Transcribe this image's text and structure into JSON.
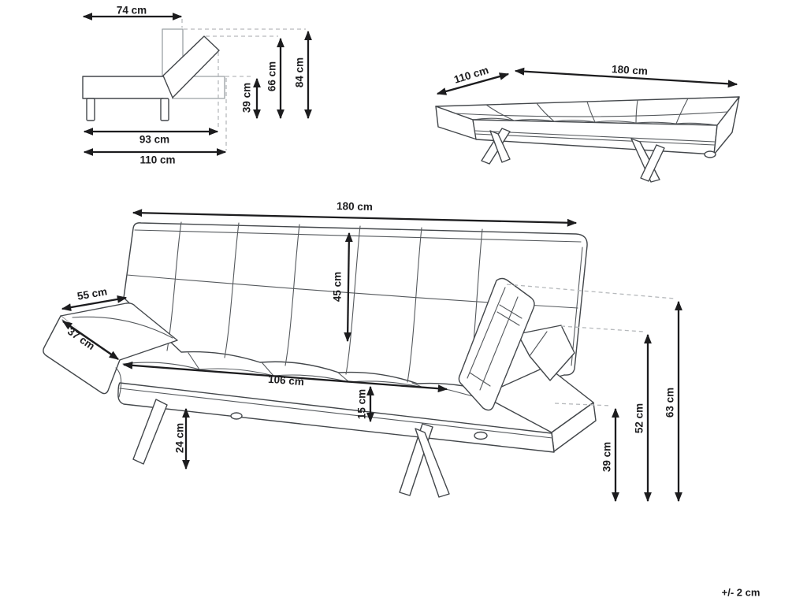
{
  "title": "Sofa bed dimension diagram",
  "tolerance_note": "+/- 2 cm",
  "colors": {
    "background": "#ffffff",
    "outline": "#43474b",
    "outline_light": "#9aa0a4",
    "projection_dashed": "#b6b9bc",
    "dimension": "#1c1c1e"
  },
  "side_view": {
    "dims": {
      "top_width": "74 cm",
      "seat_height": "39 cm",
      "backrest_height": "66 cm",
      "overall_height": "84 cm",
      "base_depth": "93 cm",
      "overall_depth": "110 cm"
    }
  },
  "bed_view": {
    "dims": {
      "depth": "110 cm",
      "length": "180 cm"
    }
  },
  "main_view": {
    "dims": {
      "overall_width": "180 cm",
      "armrest_length": "55 cm",
      "armrest_depth": "37 cm",
      "backrest_panel_height": "45 cm",
      "seat_width": "106 cm",
      "frame_height": "15 cm",
      "clearance_height": "24 cm",
      "seat_height": "39 cm",
      "armrest_height": "52 cm",
      "backrest_height": "63 cm"
    }
  }
}
